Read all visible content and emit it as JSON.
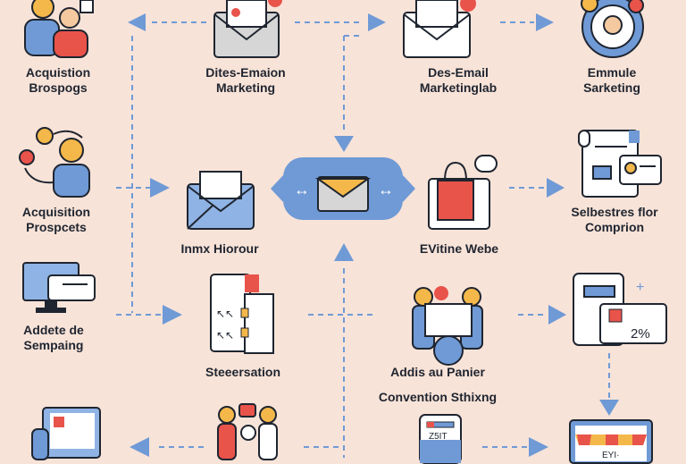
{
  "nodes": {
    "acq_top": {
      "line1": "Acquistion",
      "line2": "Brospogs"
    },
    "dites_email": {
      "line1": "Dites-Emaion",
      "line2": "Marketing"
    },
    "des_email": {
      "line1": "Des-Email",
      "line2": "Marketinglab"
    },
    "emmule": {
      "line1": "Emmule",
      "line2": "Sarketing"
    },
    "acq_prospects": {
      "line1": "Acquisition",
      "line2": "Prospcets"
    },
    "inbox": {
      "line1": "Inmx Hiorour"
    },
    "vitrine": {
      "line1": "EVitine Webe"
    },
    "selbestres": {
      "line1": "Selbestres flor",
      "line2": "Comprion"
    },
    "addete": {
      "line1": "Addete de",
      "line2": "Sempaing"
    },
    "steeersation": {
      "line1": "Steeersation"
    },
    "panier": {
      "line1": "Addis au Panier"
    },
    "convention": {
      "line1": "Convention Sthixng"
    },
    "promo": {
      "badge": "2%"
    },
    "phone": {
      "screen_text": "Z5IT"
    },
    "store": {
      "sign": "EYI·"
    }
  },
  "colors": {
    "background": "#f8e3d8",
    "accent_blue": "#6f9ad6",
    "accent_red": "#e8534a",
    "accent_yellow": "#f4b84a"
  }
}
